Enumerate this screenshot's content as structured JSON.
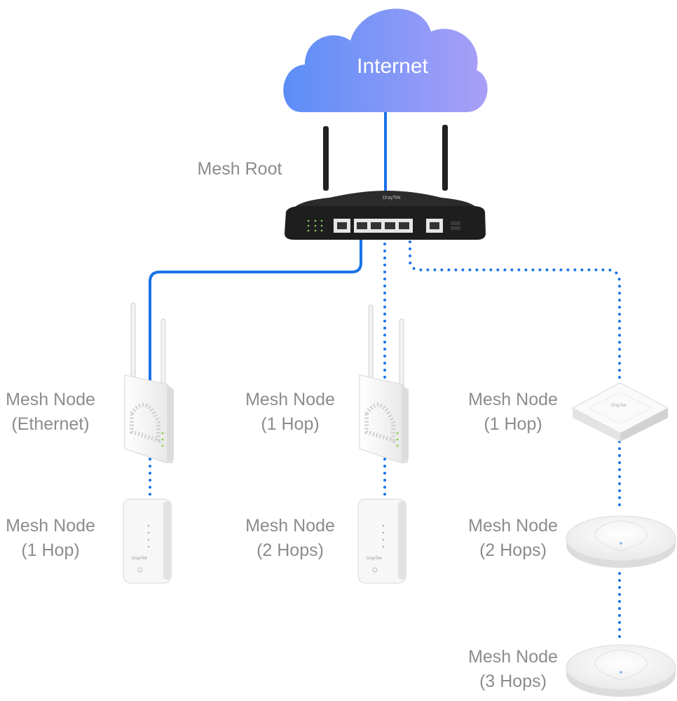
{
  "internet": {
    "label": "Internet"
  },
  "root": {
    "label": "Mesh Root",
    "brand": "DrayTek"
  },
  "nodes": [
    {
      "line1": "Mesh Node",
      "line2": "(Ethernet)"
    },
    {
      "line1": "Mesh Node",
      "line2": "(1 Hop)"
    },
    {
      "line1": "Mesh Node",
      "line2": "(1 Hop)"
    },
    {
      "line1": "Mesh Node",
      "line2": "(2 Hops)"
    },
    {
      "line1": "Mesh Node",
      "line2": "(1 Hop)"
    },
    {
      "line1": "Mesh Node",
      "line2": "(2 Hops)"
    },
    {
      "line1": "Mesh Node",
      "line2": "(3 Hops)"
    }
  ],
  "colors": {
    "wired": "#1a73e8",
    "wireless": "#1a73e8",
    "cloud_start": "#5b8ef7",
    "cloud_end": "#a49bf7",
    "label": "#8c8c8c"
  }
}
